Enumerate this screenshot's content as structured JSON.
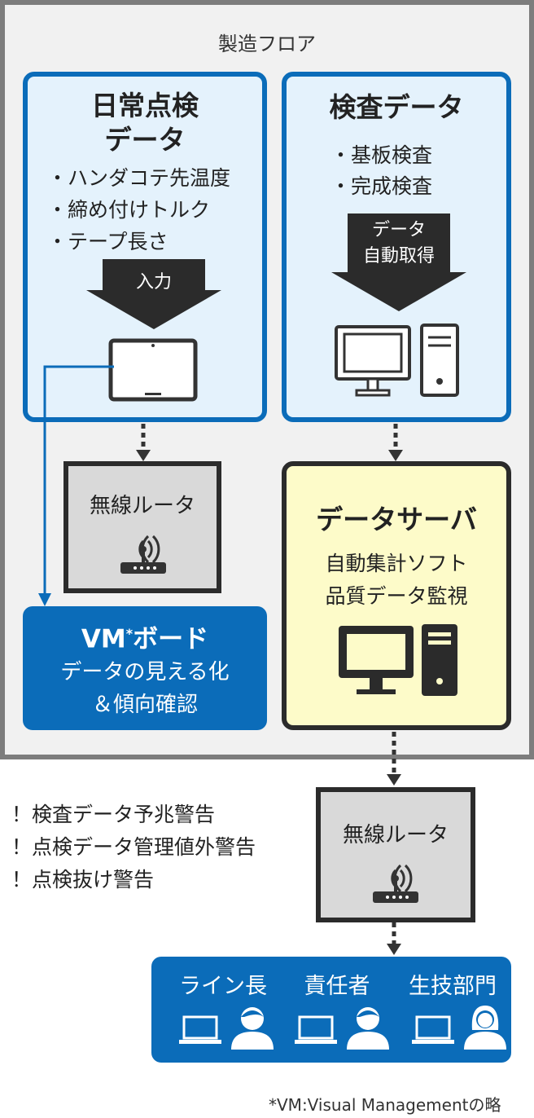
{
  "floor": {
    "label": "製造フロア"
  },
  "inspection_daily": {
    "title_line1": "日常点検",
    "title_line2": "データ",
    "items": [
      "・ハンダコテ先温度",
      "・締め付けトルク",
      "・テープ長さ"
    ],
    "arrow_label": "入力",
    "device_icon": "tablet-icon"
  },
  "inspection_data": {
    "title": "検査データ",
    "items": [
      "・基板検査",
      "・完成検査"
    ],
    "arrow_label_line1": "データ",
    "arrow_label_line2": "自動取得",
    "device_icon": "desktop-computer-icon"
  },
  "router_floor": {
    "label": "無線ルータ",
    "icon": "wireless-router-icon"
  },
  "vm_board": {
    "title": "VM",
    "title_sup": "*",
    "title_suffix": "ボード",
    "line1": "データの見える化",
    "line2": "＆傾向確認"
  },
  "data_server": {
    "title": "データサーバ",
    "line1": "自動集計ソフト",
    "line2": "品質データ監視",
    "icon": "server-computer-icon"
  },
  "warnings": [
    "！検査データ予兆警告",
    "！点検データ管理値外警告",
    "！点検抜け警告"
  ],
  "router_office": {
    "label": "無線ルータ",
    "icon": "wireless-router-icon"
  },
  "departments": [
    {
      "label": "ライン長",
      "icon": "male-user-icon"
    },
    {
      "label": "責任者",
      "icon": "male-user-icon"
    },
    {
      "label": "生技部門",
      "icon": "female-user-icon"
    }
  ],
  "footnote": "*VM:Visual Managementの略",
  "colors": {
    "blue": "#0b6cb9",
    "light_blue": "#e4f2fc",
    "server_yellow": "#fdfbc9",
    "router_gray": "#d9d9d9",
    "floor_gray": "#f1f1f1"
  }
}
